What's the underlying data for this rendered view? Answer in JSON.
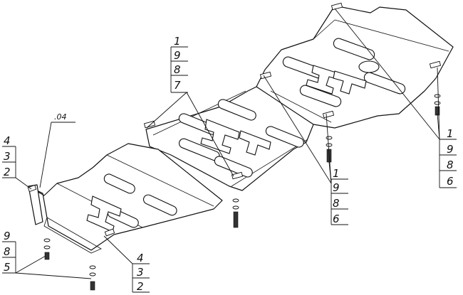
{
  "callouts": {
    "top_center": [
      "1",
      "9",
      "8",
      "7"
    ],
    "right_top": [
      "1",
      "9",
      "8",
      "6"
    ],
    "right_mid": [
      "1",
      "9",
      "8",
      "6"
    ],
    "left_top": [
      "4",
      "3",
      "2"
    ],
    "left_note": ".04",
    "left_bottom": [
      "9",
      "8",
      "5"
    ],
    "bottom_center": [
      "4",
      "3",
      "2"
    ]
  }
}
